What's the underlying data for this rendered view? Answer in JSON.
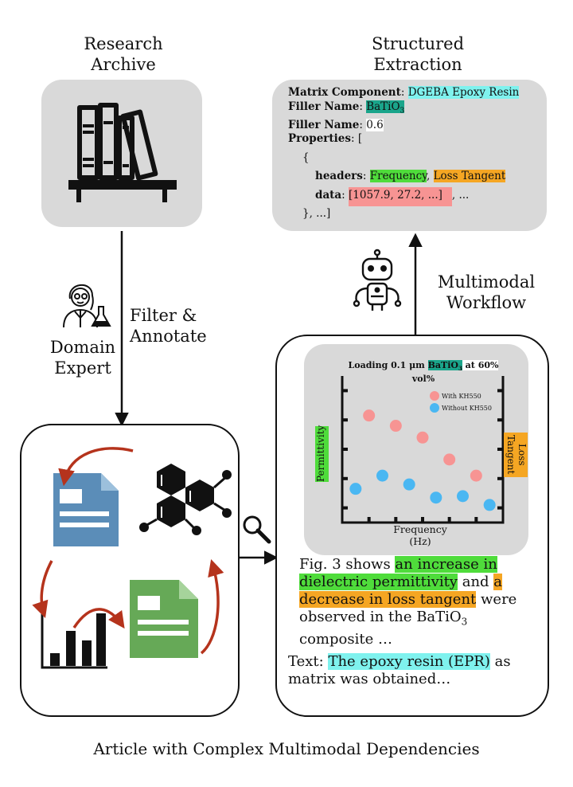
{
  "archive": {
    "title_line1": "Research",
    "title_line2": "Archive",
    "icon": "bookshelf-icon"
  },
  "extraction": {
    "title_line1": "Structured",
    "title_line2": "Extraction",
    "matrix_key": "Matrix Component",
    "matrix_value": "DGEBA Epoxy Resin",
    "filler_key": "Filler Name",
    "filler_value": "BaTiO",
    "filler_sub": "3",
    "filler2_key": "Filler Name",
    "filler2_value": "0.6",
    "properties_key": "Properties",
    "open_list": "[",
    "open_brace": "{",
    "headers_key": "headers",
    "header1": "Frequency",
    "header2": "Loss Tangent",
    "data_key": "data",
    "data_value": "[1057.9, 27.2, ...]",
    "data_tail": ", ...",
    "close": "}, ...]"
  },
  "expert": {
    "label_line1": "Domain",
    "label_line2": "Expert",
    "icon": "scientist-icon"
  },
  "filter": {
    "line1": "Filter &",
    "line2": "Annotate"
  },
  "workflow": {
    "line1": "Multimodal",
    "line2": "Workflow",
    "icon": "robot-icon"
  },
  "chart_data": {
    "type": "scatter",
    "title_pre": "Loading 0.1 μm ",
    "title_hl": "BaTiO",
    "title_sub": "3",
    "title_post": " at 60%",
    "title_line2": "vol%",
    "xlabel_line1": "Frequency",
    "xlabel_line2": "(Hz)",
    "ylabel": "Permittivity",
    "y2label_line1": "Loss",
    "y2label_line2": "Tangent",
    "series": [
      {
        "name": "With KH550",
        "color": "#f79493",
        "points": [
          [
            1,
            7.3
          ],
          [
            2,
            6.6
          ],
          [
            3,
            5.8
          ],
          [
            4,
            4.3
          ],
          [
            5,
            3.2
          ]
        ]
      },
      {
        "name": "Without KH550",
        "color": "#4ab7f2",
        "points": [
          [
            0.5,
            2.3
          ],
          [
            1.5,
            3.2
          ],
          [
            2.5,
            2.6
          ],
          [
            3.5,
            1.7
          ],
          [
            4.5,
            1.8
          ],
          [
            5.5,
            1.2
          ]
        ]
      }
    ],
    "xlim": [
      0,
      6
    ],
    "ylim": [
      0,
      10
    ],
    "legend": "top-right"
  },
  "caption": {
    "fig_pre": "Fig. 3 shows ",
    "fig_hl1": "an increase in dielectric permittivity",
    "fig_mid": " and ",
    "fig_hl2": "a decrease in loss tangent",
    "fig_post1": " were observed in the BaTiO",
    "fig_sub": "3",
    "fig_post2": " composite …",
    "text_pre": "Text: ",
    "text_hl": "The epoxy resin (EPR)",
    "text_post": " as matrix was obtained…"
  },
  "article": {
    "icons": [
      "document-icon",
      "molecule-icon",
      "bar-chart-icon",
      "document-icon"
    ]
  },
  "bottom_title": "Article with Complex Multimodal Dependencies",
  "colors": {
    "doc_blue": "#5b8db8",
    "doc_green": "#66a957",
    "arrow_red": "#b5331c"
  }
}
